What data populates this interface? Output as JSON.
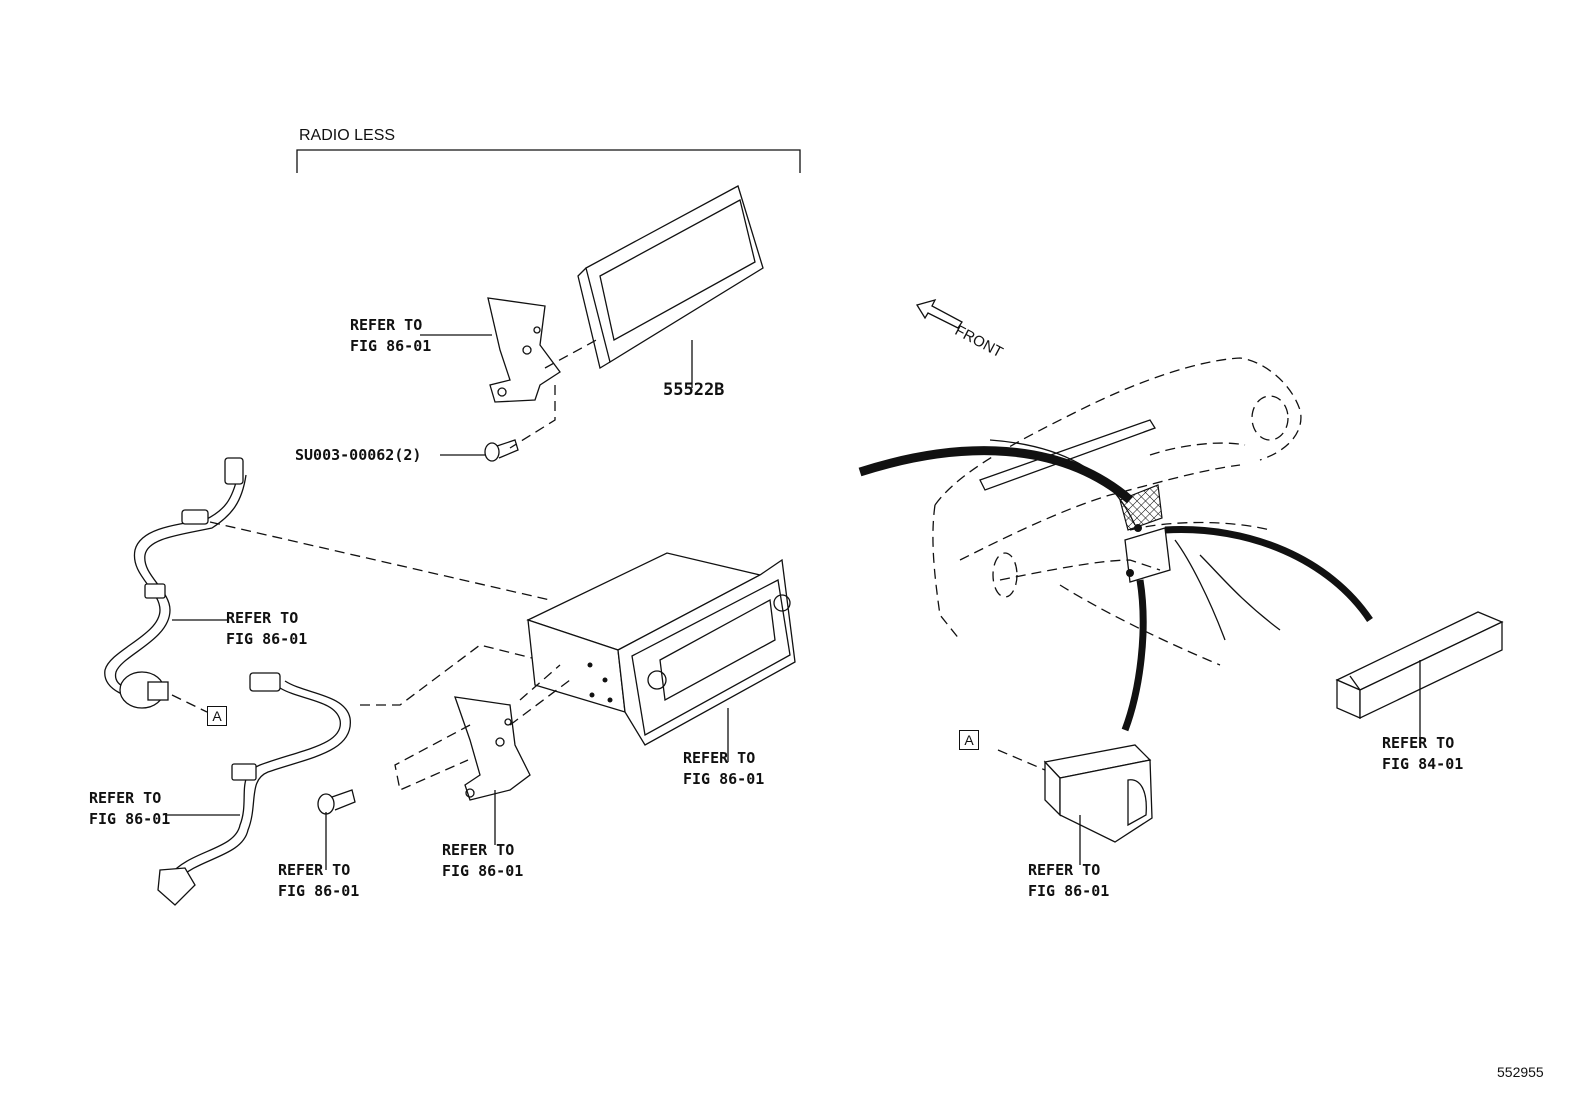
{
  "header": {
    "group_label": "RADIO LESS"
  },
  "labels": {
    "bracket_left_top": [
      "REFER TO",
      "FIG 86-01"
    ],
    "part_panel": "55522B",
    "screw": "SU003-00062(2)",
    "front_direction": "FRONT",
    "wire_harness": [
      "REFER TO",
      "FIG 86-01"
    ],
    "radio_unit": [
      "REFER TO",
      "FIG 86-01"
    ],
    "antenna_cord": [
      "REFER TO",
      "FIG 86-01"
    ],
    "bracket_lower": [
      "REFER TO",
      "FIG 86-01"
    ],
    "screw_lower": [
      "REFER TO",
      "FIG 86-01"
    ],
    "aux_jack": [
      "REFER TO",
      "FIG 86-01"
    ],
    "switch_panel": [
      "REFER TO",
      "FIG 84-01"
    ]
  },
  "callouts": {
    "ref_a_left": "A",
    "ref_a_right": "A"
  },
  "footer": {
    "diagram_number": "552955"
  }
}
